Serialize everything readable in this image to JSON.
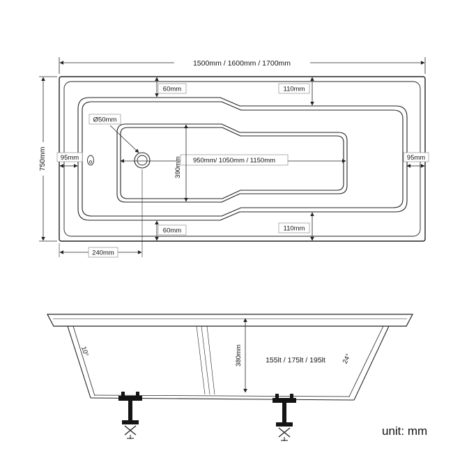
{
  "drawing": {
    "unit_label": "unit: mm",
    "line_color": "#222222"
  },
  "top_view": {
    "overall_length": "1500mm / 1600mm / 1700mm",
    "overall_width": "750mm",
    "top_left_wall": "60mm",
    "top_right_wall": "110mm",
    "left_wall": "95mm",
    "right_wall": "95mm",
    "drain_diameter": "Ø50mm",
    "basin_length": "950mm/ 1050mm / 1150mm",
    "basin_width": "390mm",
    "bottom_left_wall": "60mm",
    "bottom_right_wall": "110mm",
    "drain_offset": "240mm"
  },
  "side_view": {
    "depth": "380mm",
    "capacity": "155lt / 175lt / 195lt",
    "front_angle": "10°",
    "back_angle": "24°"
  }
}
